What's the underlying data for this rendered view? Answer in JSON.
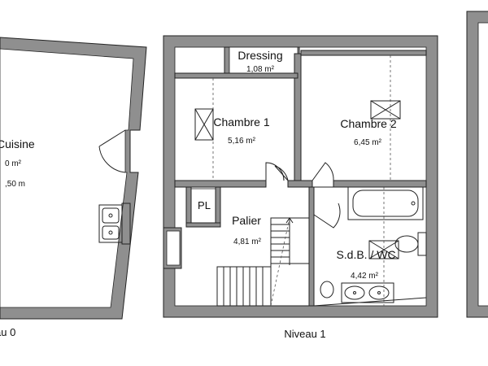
{
  "levels": {
    "niveau0": {
      "label": "au 0",
      "rooms": {
        "cuisine": {
          "name": "Cuisine",
          "area": "0 m²",
          "dim": ",50 m"
        }
      }
    },
    "niveau1": {
      "label": "Niveau 1",
      "rooms": {
        "dressing": {
          "name": "Dressing",
          "area": "1,08 m²"
        },
        "chambre1": {
          "name": "Chambre 1",
          "area": "5,16 m²"
        },
        "chambre2": {
          "name": "Chambre 2",
          "area": "6,45 m²"
        },
        "placard": {
          "name": "PL"
        },
        "palier": {
          "name": "Palier",
          "area": "4,81 m²"
        },
        "sdb": {
          "name": "S.d.B. / WC",
          "area": "4,42 m²"
        }
      }
    }
  },
  "colors": {
    "wall": "#8f8f8f",
    "line": "#222222",
    "background": "#ffffff"
  }
}
